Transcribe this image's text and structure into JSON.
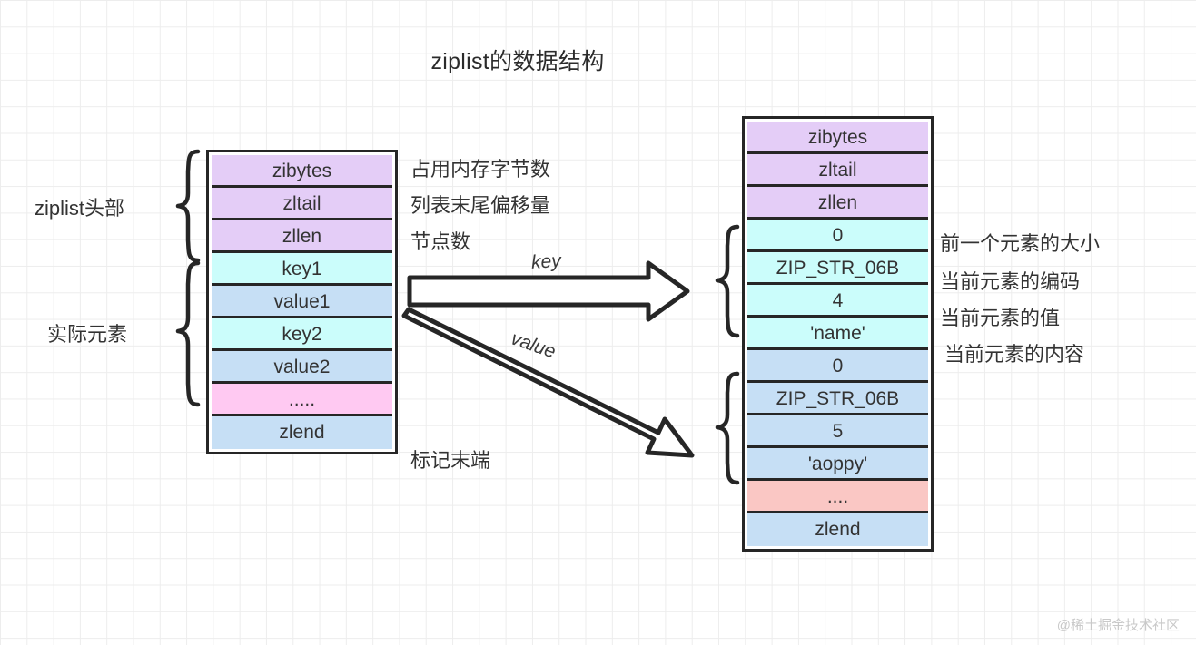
{
  "title": "ziplist的数据结构",
  "watermark": "@稀土掘金技术社区",
  "tables": {
    "left": {
      "name": "ziplist-overview-table",
      "rows": [
        {
          "text": "zibytes",
          "color": "#e4cdf7"
        },
        {
          "text": "zltail",
          "color": "#e4cdf7"
        },
        {
          "text": "zllen",
          "color": "#e4cdf7"
        },
        {
          "text": "key1",
          "color": "#cbfdfb"
        },
        {
          "text": "value1",
          "color": "#c6dff5"
        },
        {
          "text": "key2",
          "color": "#cbfdfb"
        },
        {
          "text": "value2",
          "color": "#c6dff5"
        },
        {
          "text": ".....",
          "color": "#ffc9f2"
        },
        {
          "text": "zlend",
          "color": "#c6dff5"
        }
      ]
    },
    "right": {
      "name": "ziplist-entry-detail-table",
      "rows": [
        {
          "text": "zibytes",
          "color": "#e4cdf7"
        },
        {
          "text": "zltail",
          "color": "#e4cdf7"
        },
        {
          "text": "zllen",
          "color": "#e4cdf7"
        },
        {
          "text": "0",
          "color": "#cbfdfb"
        },
        {
          "text": "ZIP_STR_06B",
          "color": "#cbfdfb"
        },
        {
          "text": "4",
          "color": "#cbfdfb"
        },
        {
          "text": "'name'",
          "color": "#cbfdfb"
        },
        {
          "text": "0",
          "color": "#c6dff5"
        },
        {
          "text": "ZIP_STR_06B",
          "color": "#c6dff5"
        },
        {
          "text": "5",
          "color": "#c6dff5"
        },
        {
          "text": "'aoppy'",
          "color": "#c6dff5"
        },
        {
          "text": "....",
          "color": "#fac7c4"
        },
        {
          "text": "zlend",
          "color": "#c6dff5"
        }
      ]
    }
  },
  "left_brace_labels": {
    "header": "ziplist头部",
    "elements": "实际元素"
  },
  "left_table_annotations": {
    "zibytes": "占用内存字节数",
    "zltail": "列表末尾偏移量",
    "zllen": "节点数",
    "zlend": "标记末端"
  },
  "right_table_annotations": {
    "prev_size": "前一个元素的大小",
    "encoding": "当前元素的编码",
    "value": "当前元素的值",
    "content": "当前元素的内容"
  },
  "arrows": {
    "key_label": "key",
    "value_label": "value"
  },
  "colors": {
    "header_purple": "#e4cdf7",
    "key_cyan": "#cbfdfb",
    "value_blue": "#c6dff5",
    "ellipsis_pink": "#ffc9f2",
    "ellipsis_salmon": "#fac7c4",
    "outline": "#262626",
    "grid": "#ededed"
  }
}
